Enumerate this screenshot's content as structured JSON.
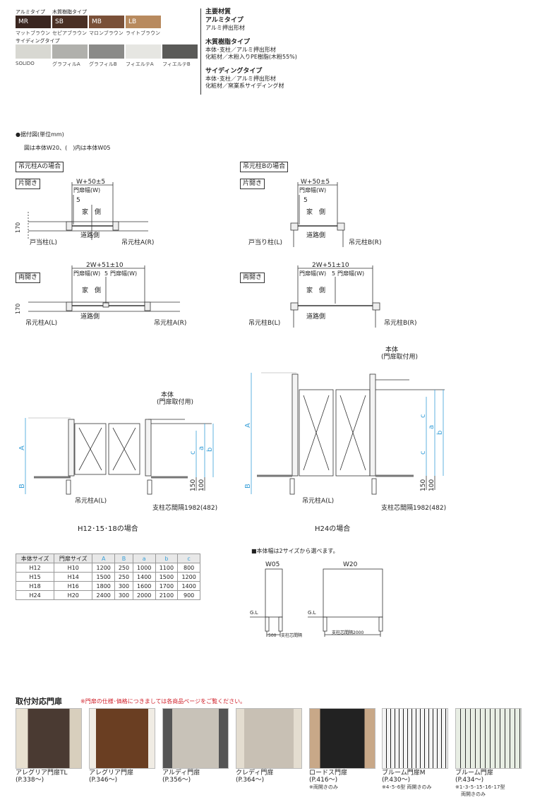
{
  "colors": {
    "title": "アルミタイプ",
    "resin_title": "木質樹脂タイプ",
    "siding_title": "サイディングタイプ",
    "alu_swatches": [
      {
        "code": "MR",
        "name": "マットブラウン",
        "hex": "#3a2620"
      },
      {
        "code": "SB",
        "name": "セピアブラウン",
        "hex": "#4a3024"
      },
      {
        "code": "MB",
        "name": "マロンブラウン",
        "hex": "#7a5038"
      },
      {
        "code": "LB",
        "name": "ライトブラウン",
        "hex": "#b88a5e"
      }
    ],
    "siding_swatches": [
      {
        "name": "SOLIDO",
        "hex": "#d8d8d2"
      },
      {
        "name": "グラフィルA",
        "hex": "#b0b0ac"
      },
      {
        "name": "グラフィルB",
        "hex": "#8a8a88"
      },
      {
        "name": "フィエルテA",
        "hex": "#e6e6e2"
      },
      {
        "name": "フィエルテB",
        "hex": "#5a5a58"
      }
    ]
  },
  "materials": {
    "heading": "主要材質",
    "items": [
      {
        "title": "アルミタイプ",
        "lines": [
          "アルミ押出形材"
        ]
      },
      {
        "title": "木質樹脂タイプ",
        "lines": [
          "本体･支柱／アルミ押出形材",
          "化粧材／木粉入りPE樹脂(木粉55%)"
        ]
      },
      {
        "title": "サイディングタイプ",
        "lines": [
          "本体･支柱／アルミ押出形材",
          "化粧材／窯業系サイディング材"
        ]
      }
    ]
  },
  "install": {
    "heading": "●据付図(単位mm)",
    "sub": "図は本体W20、(　)内は本体W05",
    "caseA": "吊元柱Aの場合",
    "caseB": "吊元柱Bの場合",
    "single": "片開き",
    "double": "両開き",
    "w_single": "W+50±5",
    "w_double": "2W+51±10",
    "door_w": "門扉幅(W)",
    "five": "5",
    "house": "家　側",
    "road": "道路側",
    "d170": "170",
    "stopA": "戸当柱(L)",
    "stopB": "戸当り柱(L)",
    "hingeAR": "吊元柱A(R)",
    "hingeAL": "吊元柱A(L)",
    "hingeBR": "吊元柱B(R)",
    "hingeBL": "吊元柱B(L)"
  },
  "elevation": {
    "body": "本体",
    "body_sub": "(門扉取付用)",
    "A": "A",
    "B": "B",
    "a": "a",
    "b": "b",
    "c": "c",
    "d150": "150",
    "d100": "100",
    "post": "吊元柱A(L)",
    "span": "支柱芯間隔1982(482)",
    "cap1": "H12･15･18の場合",
    "cap2": "H24の場合"
  },
  "table": {
    "headers": [
      "本体サイズ",
      "門扉サイズ",
      "A",
      "B",
      "a",
      "b",
      "c"
    ],
    "rows": [
      [
        "H12",
        "H10",
        "1200",
        "250",
        "1000",
        "1100",
        "800"
      ],
      [
        "H15",
        "H14",
        "1500",
        "250",
        "1400",
        "1500",
        "1200"
      ],
      [
        "H18",
        "H16",
        "1800",
        "300",
        "1600",
        "1700",
        "1400"
      ],
      [
        "H24",
        "H20",
        "2400",
        "300",
        "2000",
        "2100",
        "900"
      ]
    ]
  },
  "widths": {
    "heading": "■本体幅は2サイズから選べます。",
    "w05": "W05",
    "w20": "W20",
    "gl": "G.L",
    "s05": "500",
    "s05b": "支柱芯間隔",
    "s20": "支柱芯間隔2000"
  },
  "gates": {
    "heading": "取付対応門扉",
    "note": "※門扉の仕様･価格につきましては各商品ページをご覧ください。",
    "items": [
      {
        "name": "アレグリア門扉TL",
        "page": "(P.338～)",
        "note": ""
      },
      {
        "name": "アレグリア門扉",
        "page": "(P.346～)",
        "note": ""
      },
      {
        "name": "アルディ門扉",
        "page": "(P.356～)",
        "note": ""
      },
      {
        "name": "クレディ門扉",
        "page": "(P.364～)",
        "note": ""
      },
      {
        "name": "ロードス門扉",
        "page": "(P.416～)",
        "note": "※両開きのみ"
      },
      {
        "name": "ブルーム門扉M",
        "page": "(P.430～)",
        "note": "※4･5･6型 両開きのみ"
      },
      {
        "name": "ブルーム門扉",
        "page": "(P.434～)",
        "note": "※1･3･5･15･16･17型",
        "note2": "両開きのみ"
      }
    ]
  }
}
